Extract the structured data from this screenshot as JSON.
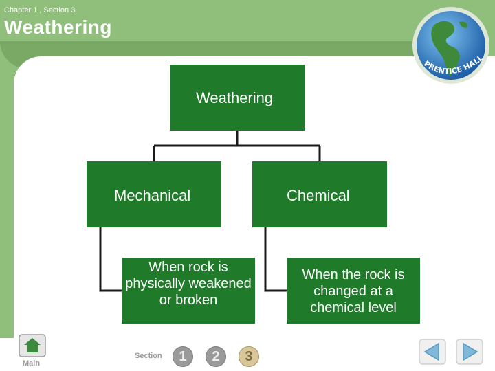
{
  "header": {
    "chapter_section": "Chapter 1 , Section 3",
    "title": "Weathering"
  },
  "logo": {
    "name": "prentice-hall-globe-logo",
    "text": "PRENTICE HALL"
  },
  "diagram": {
    "root": "Weathering",
    "branches": [
      {
        "label": "Mechanical",
        "definition": "When rock is physically weakened or broken"
      },
      {
        "label": "Chemical",
        "definition": "When the rock is changed at a chemical level"
      }
    ]
  },
  "footer": {
    "main_label": "Main",
    "section_label": "Section",
    "sections": [
      "1",
      "2",
      "3"
    ],
    "active_section": "3",
    "icons": [
      "home-icon",
      "previous-arrow-icon",
      "next-arrow-icon"
    ]
  },
  "colors": {
    "box_fill": "#1f7a2a",
    "background_green": "#8fbf7a",
    "connector": "#1a1a1a"
  }
}
